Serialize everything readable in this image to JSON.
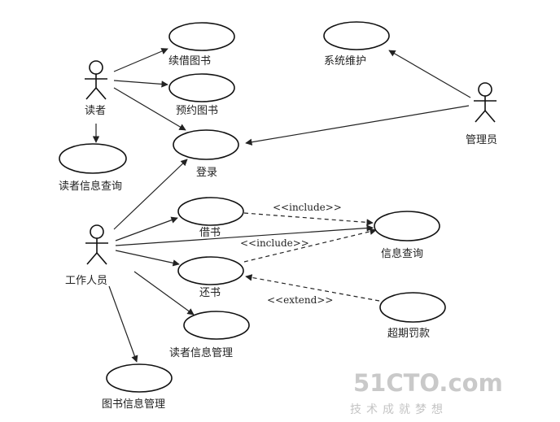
{
  "actors": {
    "reader": "读者",
    "admin": "管理员",
    "staff": "工作人员"
  },
  "use_cases": {
    "renew": "续借图书",
    "reserve": "预约图书",
    "login": "登录",
    "reader_query": "读者信息查询",
    "sys_maint": "系统维护",
    "borrow": "借书",
    "info_query": "信息查询",
    "return_book": "还书",
    "overdue_fine": "超期罚款",
    "reader_mgmt": "读者信息管理",
    "book_mgmt": "图书信息管理"
  },
  "stereotypes": {
    "include1": "<<include>>",
    "include2": "<<include>>",
    "extend": "<<extend>>"
  },
  "watermark": {
    "brand": "51CTO.com",
    "slogan": "技术成就梦想"
  }
}
